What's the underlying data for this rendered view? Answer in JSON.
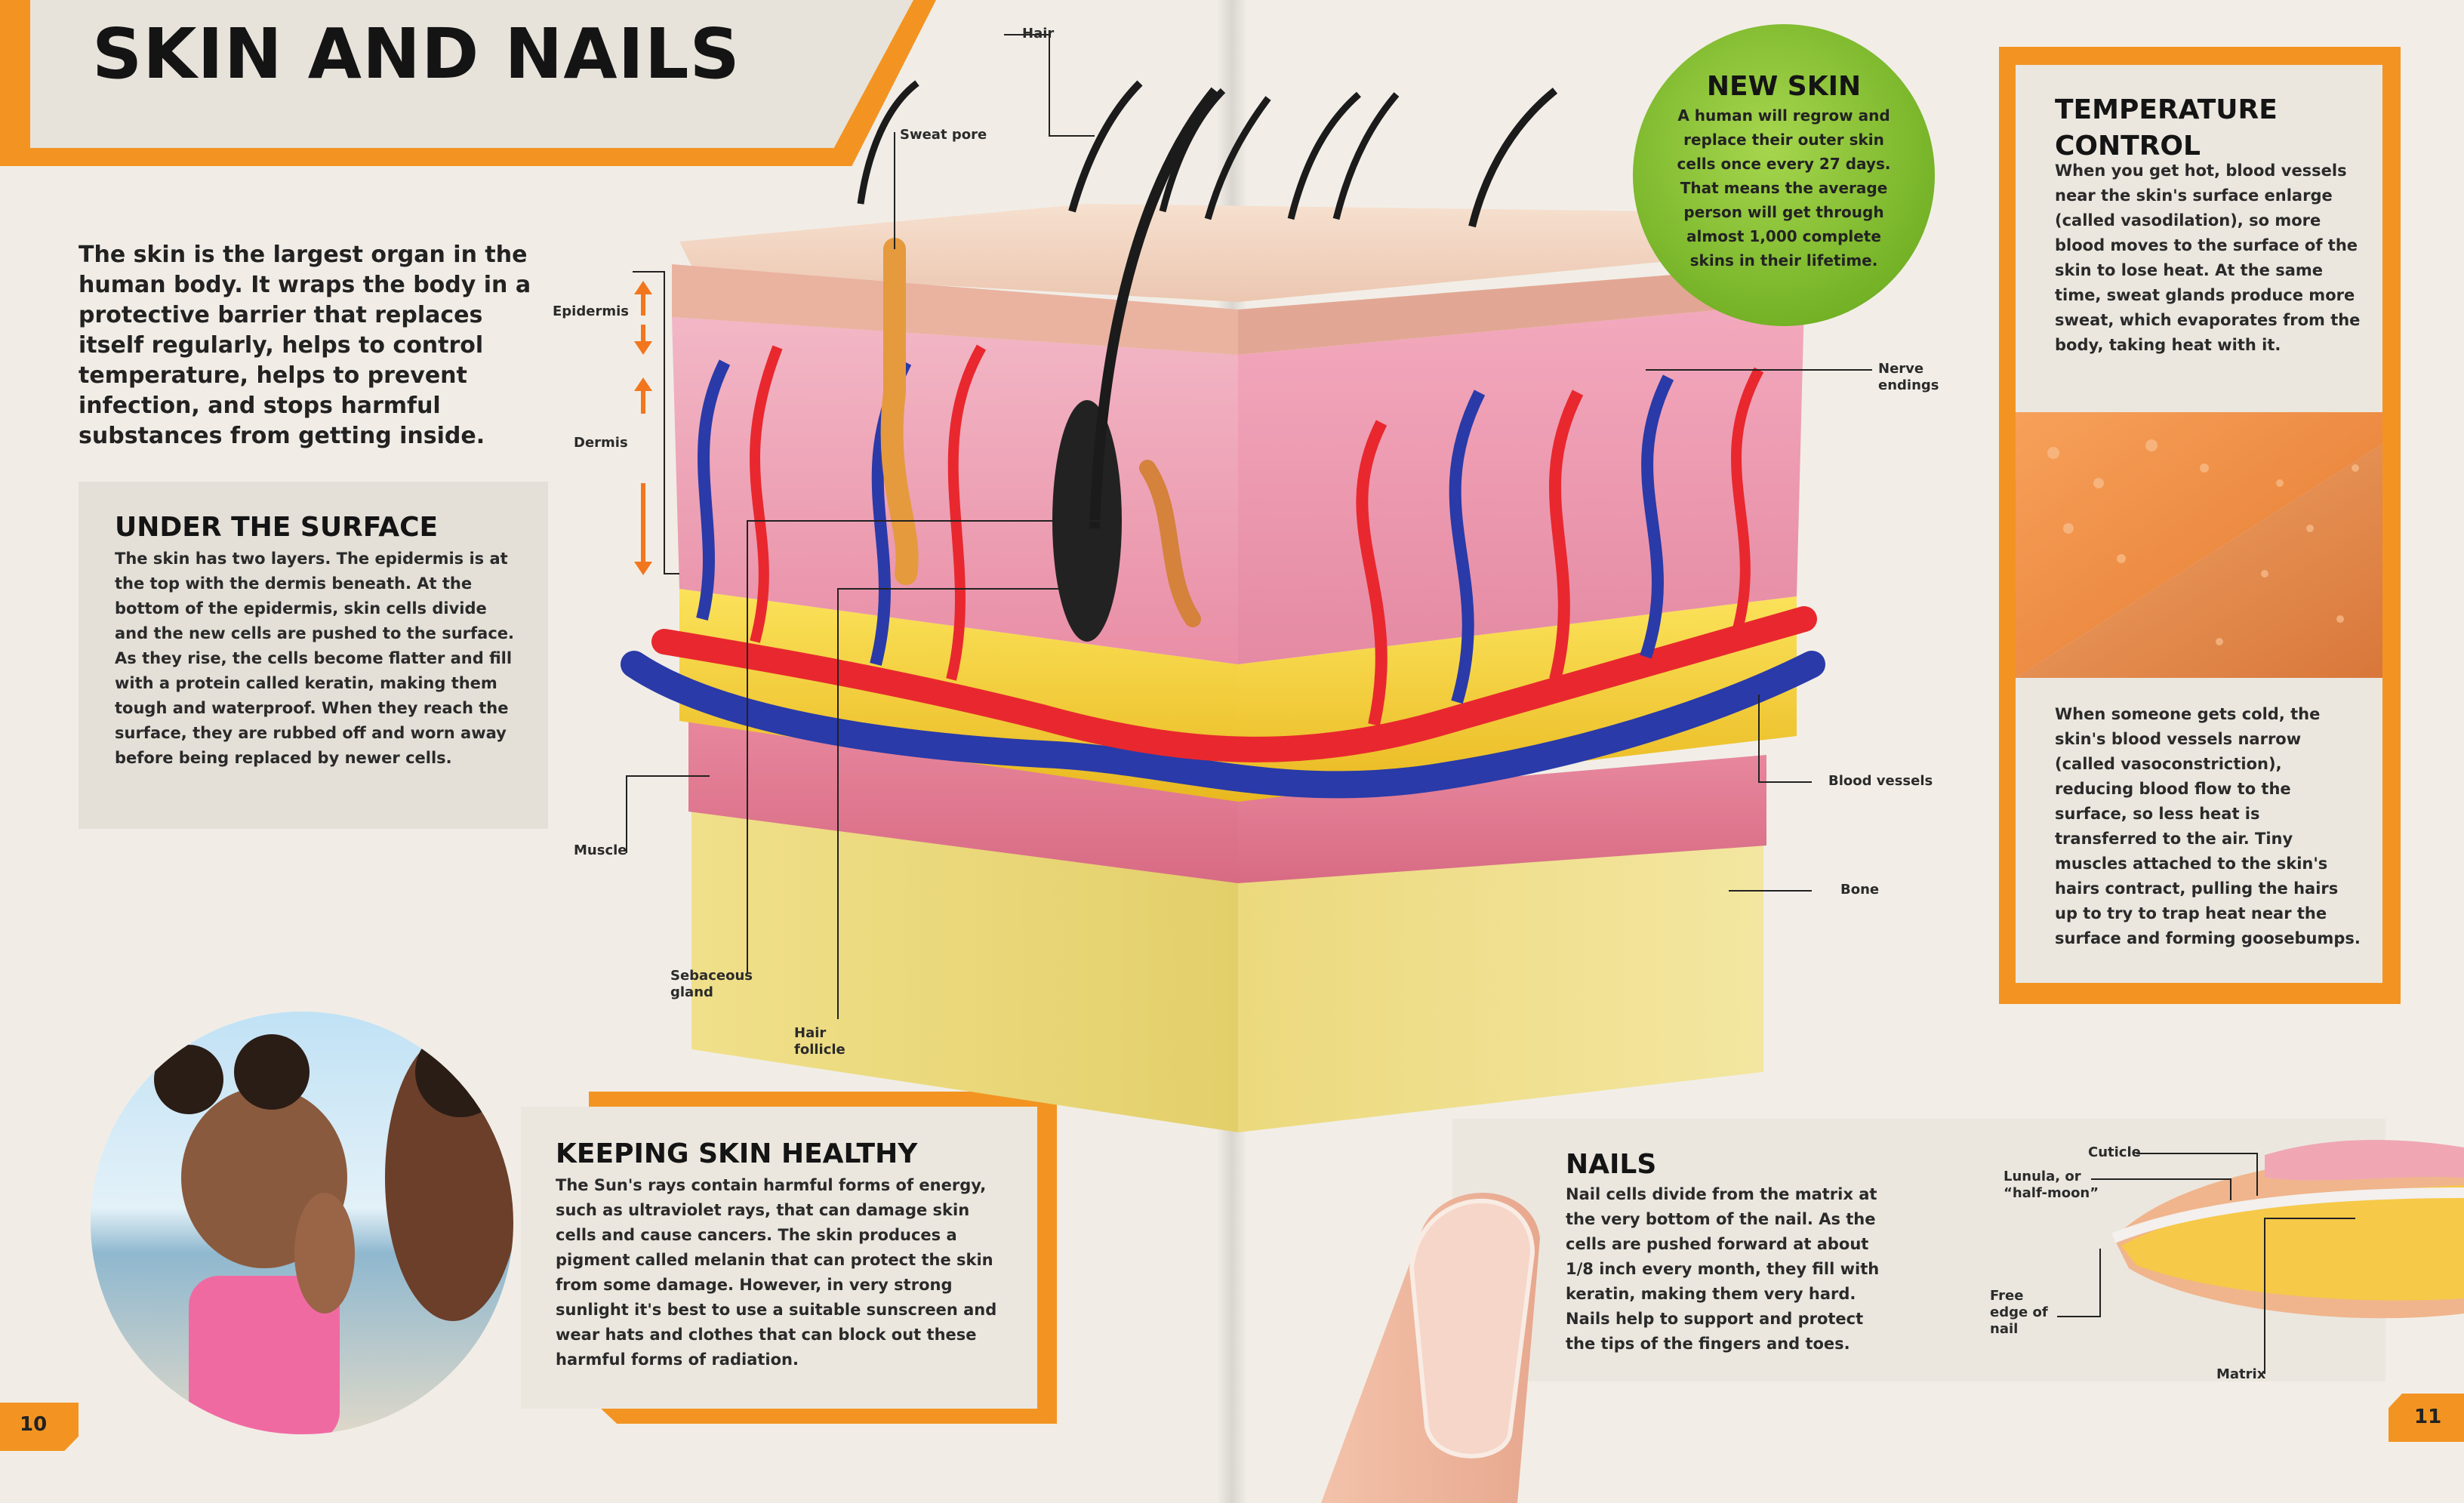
{
  "title": "SKIN AND NAILS",
  "intro": "The skin is the largest organ in the human body. It wraps the body in a protective barrier that replaces itself regularly, helps to control temperature, helps to prevent infection, and stops harmful substances from getting inside.",
  "under_surface": {
    "title": "UNDER THE SURFACE",
    "body": "The skin has two layers. The epidermis is at the top with the dermis beneath. At the bottom of the epidermis, skin cells divide and the new cells are pushed to the surface. As they rise, the cells become flatter and fill with a protein called keratin, making them tough and waterproof. When they reach the surface, they are rubbed off and worn away before being replaced by newer cells."
  },
  "keeping_healthy": {
    "title": "KEEPING SKIN HEALTHY",
    "body": "The Sun's rays contain harmful forms of energy, such as ultraviolet rays, that can damage skin cells and cause cancers. The skin produces a pigment called melanin that can protect the skin from some damage. However, in very strong sunlight it's best to use a suitable sunscreen and wear hats and clothes that can block out these harmful forms of radiation."
  },
  "new_skin": {
    "title": "NEW SKIN",
    "body": "A human will regrow and replace their outer skin cells once every 27 days. That means the average person will get through almost 1,000 complete skins in their lifetime."
  },
  "temperature": {
    "title": "TEMPERATURE CONTROL",
    "body_hot": "When you get hot, blood vessels near the skin's surface enlarge (called vasodilation), so more blood moves to the surface of the skin to lose heat. At the same time, sweat glands produce more sweat, which evaporates from the body, taking heat with it.",
    "body_cold": "When someone gets cold, the skin's blood vessels narrow (called vasoconstriction), reducing blood flow to the surface, so less heat is transferred to the air. Tiny muscles attached to the skin's hairs contract, pulling the hairs up to try to trap heat near the surface and forming goosebumps."
  },
  "nails": {
    "title": "NAILS",
    "body": "Nail cells divide from the matrix at the very bottom of the nail. As the cells are pushed forward at about 1/8 inch every month, they fill with keratin, making them very hard. Nails help to support and protect the tips of the fingers and toes."
  },
  "diagram_labels": {
    "hair": "Hair",
    "sweat_pore": "Sweat pore",
    "epidermis": "Epidermis",
    "dermis": "Dermis",
    "nerve_endings": "Nerve endings",
    "blood_vessels": "Blood vessels",
    "bone": "Bone",
    "muscle": "Muscle",
    "sebaceous_gland": "Sebaceous gland",
    "hair_follicle": "Hair follicle"
  },
  "nail_labels": {
    "cuticle": "Cuticle",
    "lunula": "Lunula, or “half-moon”",
    "free_edge": "Free edge of nail",
    "matrix": "Matrix"
  },
  "page_numbers": {
    "left": "10",
    "right": "11"
  },
  "colors": {
    "accent": "#f39422",
    "green": "#8cc63f",
    "artery": "#e8282e",
    "vein": "#2a3aa8",
    "fat": "#f5d33a"
  }
}
